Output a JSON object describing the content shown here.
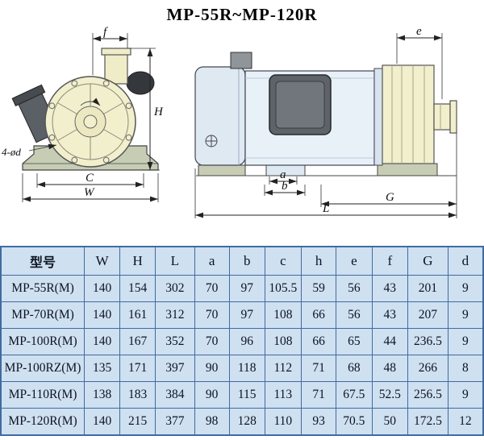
{
  "title": "MP-55R~MP-120R",
  "drawing": {
    "front_view": {
      "dim_f": "f",
      "dim_H": "H",
      "dim_C": "C",
      "dim_W": "W",
      "bolt_note": "4-ød"
    },
    "side_view": {
      "dim_e": "e",
      "dim_a": "a",
      "dim_b": "b",
      "dim_G": "G",
      "dim_L": "L"
    }
  },
  "table": {
    "headers": [
      "型号",
      "W",
      "H",
      "L",
      "a",
      "b",
      "c",
      "h",
      "e",
      "f",
      "G",
      "d"
    ],
    "rows": [
      [
        "MP-55R(M)",
        "140",
        "154",
        "302",
        "70",
        "97",
        "105.5",
        "59",
        "56",
        "43",
        "201",
        "9"
      ],
      [
        "MP-70R(M)",
        "140",
        "161",
        "312",
        "70",
        "97",
        "108",
        "66",
        "56",
        "43",
        "207",
        "9"
      ],
      [
        "MP-100R(M)",
        "140",
        "167",
        "352",
        "70",
        "96",
        "108",
        "66",
        "65",
        "44",
        "236.5",
        "9"
      ],
      [
        "MP-100RZ(M)",
        "135",
        "171",
        "397",
        "90",
        "118",
        "112",
        "71",
        "68",
        "48",
        "266",
        "8"
      ],
      [
        "MP-110R(M)",
        "138",
        "183",
        "384",
        "90",
        "115",
        "113",
        "71",
        "67.5",
        "52.5",
        "256.5",
        "9"
      ],
      [
        "MP-120R(M)",
        "140",
        "215",
        "377",
        "98",
        "128",
        "110",
        "93",
        "70.5",
        "50",
        "172.5",
        "12"
      ]
    ]
  },
  "colors": {
    "pump_yellow": "#f2efcd",
    "motor_blue": "#e9f1f8",
    "base_green": "#c6cdb4",
    "box_gray": "#5d6369",
    "table_bg": "#cfe0f1",
    "table_border": "#3f6ca0"
  }
}
